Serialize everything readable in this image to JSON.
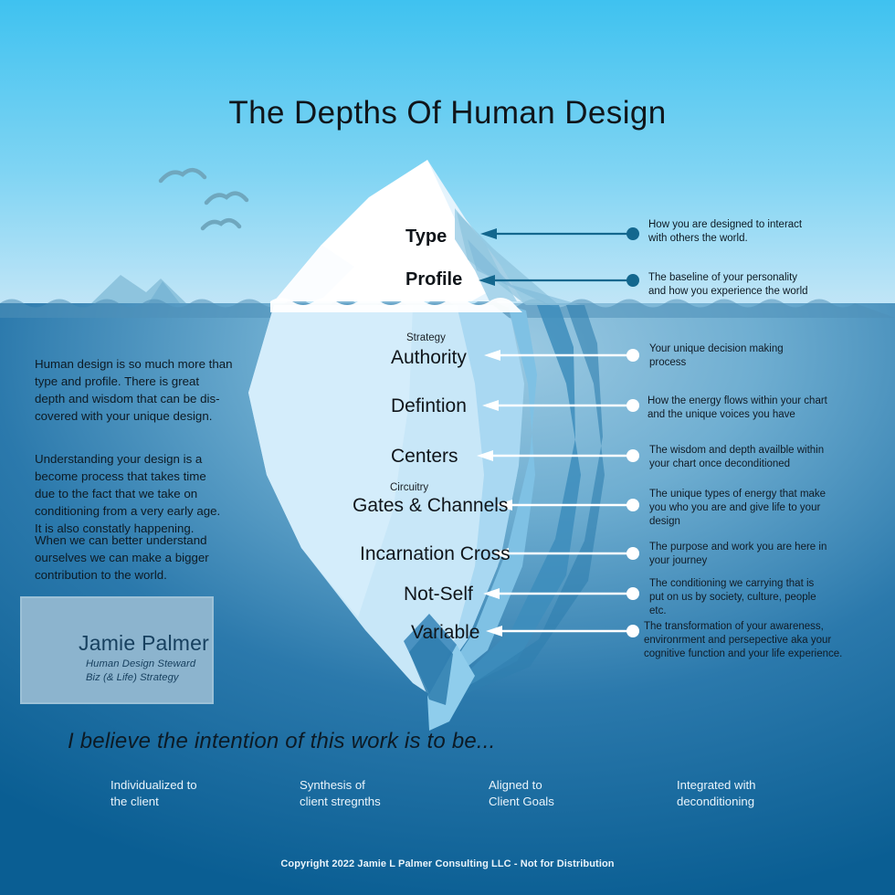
{
  "page": {
    "title": "The Depths Of Human Design",
    "copyright": "Copyright 2022 Jamie L Palmer Consulting LLC - Not for Distribution",
    "tagline": "I believe the intention of this work is to be..."
  },
  "colors": {
    "sky_top": "#45C4F0",
    "sky_bottom": "#C2E5F6",
    "ocean_deep": "#0A5E93",
    "ocean_light": "#8FC3E0",
    "iceberg_white": "#FFFFFF",
    "iceberg_pale": "#E8F5FC",
    "iceberg_submerged": "#C5E6F7",
    "arrow_above": "#13678E",
    "arrow_below": "#FFFFFF",
    "logo_card_bg": "#8CB4CE",
    "logo_navy": "#17405F",
    "logo_teal": "#2E9FA8"
  },
  "above_water": {
    "items": [
      {
        "label": "Type",
        "sublabel": "",
        "description": "How you are designed to interact\nwith others the world."
      },
      {
        "label": "Profile",
        "sublabel": "",
        "description": "The baseline of your personality\nand how you experience the world"
      }
    ]
  },
  "below_water": {
    "items": [
      {
        "sublabel": "Strategy",
        "label": "Authority",
        "description": "Your unique decision making\nprocess"
      },
      {
        "sublabel": "",
        "label": "Defintion",
        "description": "How the energy flows within your chart\nand the unique voices you have"
      },
      {
        "sublabel": "",
        "label": "Centers",
        "description": "The wisdom and depth availble within\nyour chart once deconditioned"
      },
      {
        "sublabel": "Circuitry",
        "label": "Gates & Channels",
        "description": "The unique types of energy that make\nyou who you are and give life to your\ndesign"
      },
      {
        "sublabel": "",
        "label": "Incarnation Cross",
        "description": "The purpose and work you are here in\nyour journey"
      },
      {
        "sublabel": "",
        "label": "Not-Self",
        "description": "The conditioning we carrying that is\nput on us by society, culture, people\netc."
      },
      {
        "sublabel": "",
        "label": "Variable",
        "description": "The transformation of your awareness,\nenvironrment and persepective aka your\ncognitive function and your life experience."
      }
    ]
  },
  "intro": {
    "paragraphs": [
      "Human design is so much more than\ntype and profile. There is great\ndepth and wisdom that can be dis-\ncovered with your unique design.",
      "Understanding your design is a\nbecome process that takes time\ndue to the fact that we take on\nconditioning from a very early age.\nIt is also constatly happening.",
      "When we can better understand\nourselves we can make a bigger\ncontribution to the world."
    ]
  },
  "logo": {
    "name": "Jamie Palmer",
    "sub1": "Human Design Steward",
    "sub2": "Biz (& Life) Strategy",
    "icon": "lighthouse-icon"
  },
  "footer_columns": [
    "Individualized to\nthe client",
    "Synthesis of\nclient stregnths",
    "Aligned to\nClient Goals",
    "Integrated with\ndeconditioning"
  ]
}
